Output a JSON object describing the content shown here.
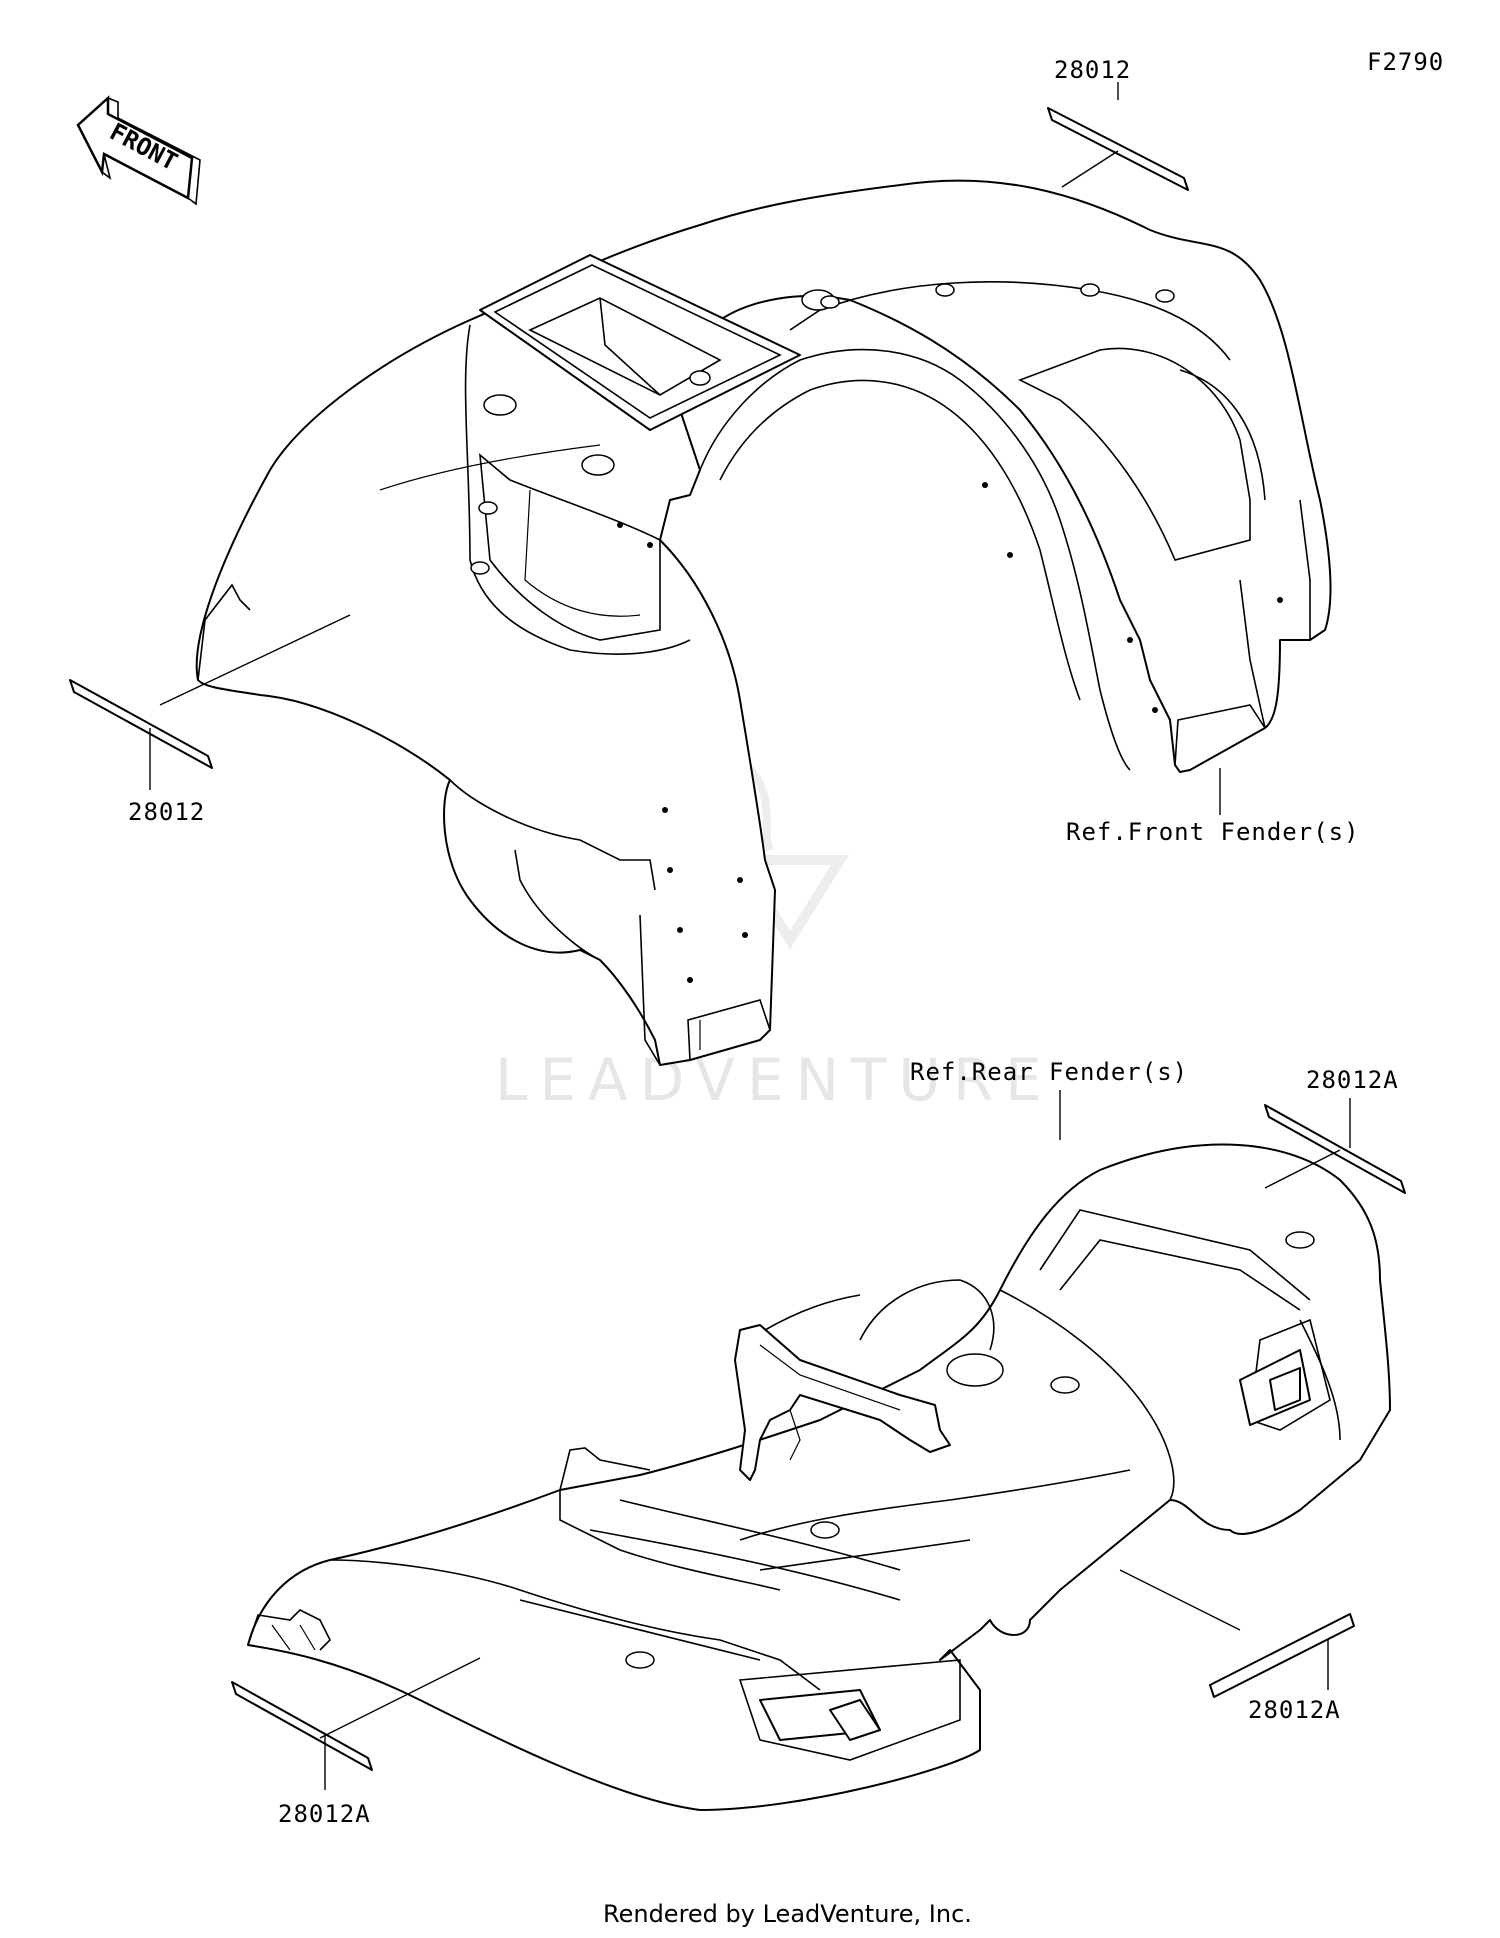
{
  "diagram": {
    "figure_code": "F2790",
    "front_arrow_text": "FRONT",
    "watermark": "LEADVENTURE",
    "footer": "Rendered by LeadVenture, Inc.",
    "callouts": {
      "decal_front_top": "28012",
      "decal_front_left": "28012",
      "front_fender_ref": "Ref.Front Fender(s)",
      "rear_fender_ref": "Ref.Rear Fender(s)",
      "decal_rear_top_right": "28012A",
      "decal_rear_right": "28012A",
      "decal_rear_left": "28012A"
    }
  }
}
